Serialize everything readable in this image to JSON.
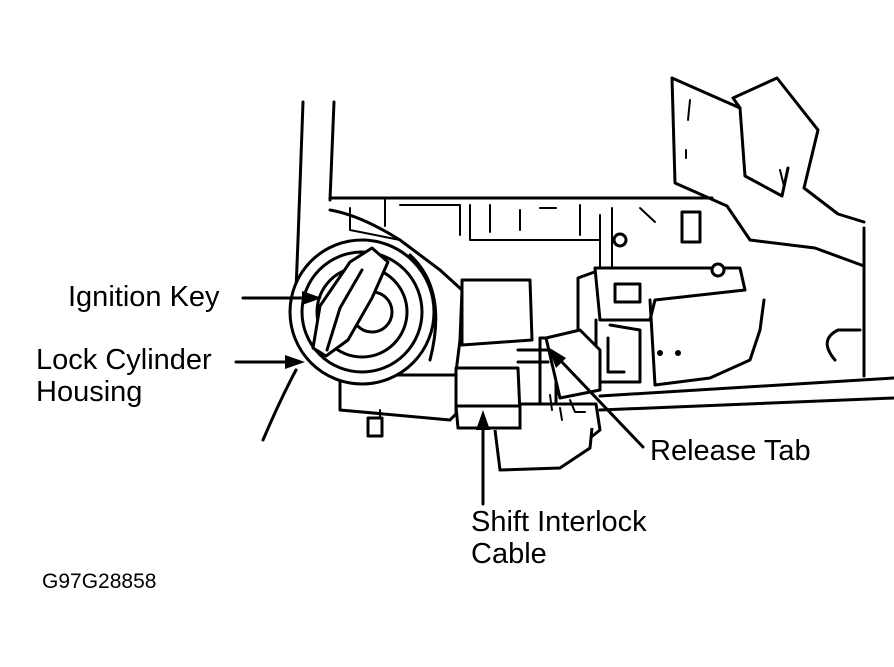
{
  "labels": {
    "ignition_key": "Ignition Key",
    "lock_cylinder_line1": "Lock Cylinder",
    "lock_cylinder_line2": "Housing",
    "release_tab": "Release Tab",
    "shift_interlock_line1": "Shift Interlock",
    "shift_interlock_line2": "Cable"
  },
  "figure_id": "G97G28858"
}
